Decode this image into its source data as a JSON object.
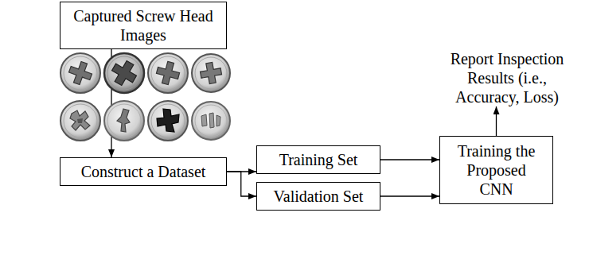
{
  "diagram": {
    "nodes": [
      {
        "text": [
          "Captured Screw Head Images"
        ]
      },
      {
        "text": [
          "Construct a Dataset"
        ]
      },
      {
        "text": [
          "Training Set"
        ]
      },
      {
        "text": [
          "Validation Set"
        ]
      },
      {
        "text": [
          "Training the Proposed CNN"
        ]
      },
      {
        "text": [
          "Report Inspection Results (i.e., Accuracy, Loss)"
        ]
      }
    ],
    "edges": [
      {
        "from": 0,
        "to": 1,
        "arrow": "to"
      },
      {
        "from": 1,
        "to": 2,
        "arrow": "to"
      },
      {
        "from": 1,
        "to": 3,
        "arrow": "to"
      },
      {
        "from": 2,
        "to": 4,
        "arrow": "to"
      },
      {
        "from": 3,
        "to": 4,
        "arrow": "to"
      },
      {
        "from": 4,
        "to": 5,
        "arrow": "to"
      }
    ]
  }
}
